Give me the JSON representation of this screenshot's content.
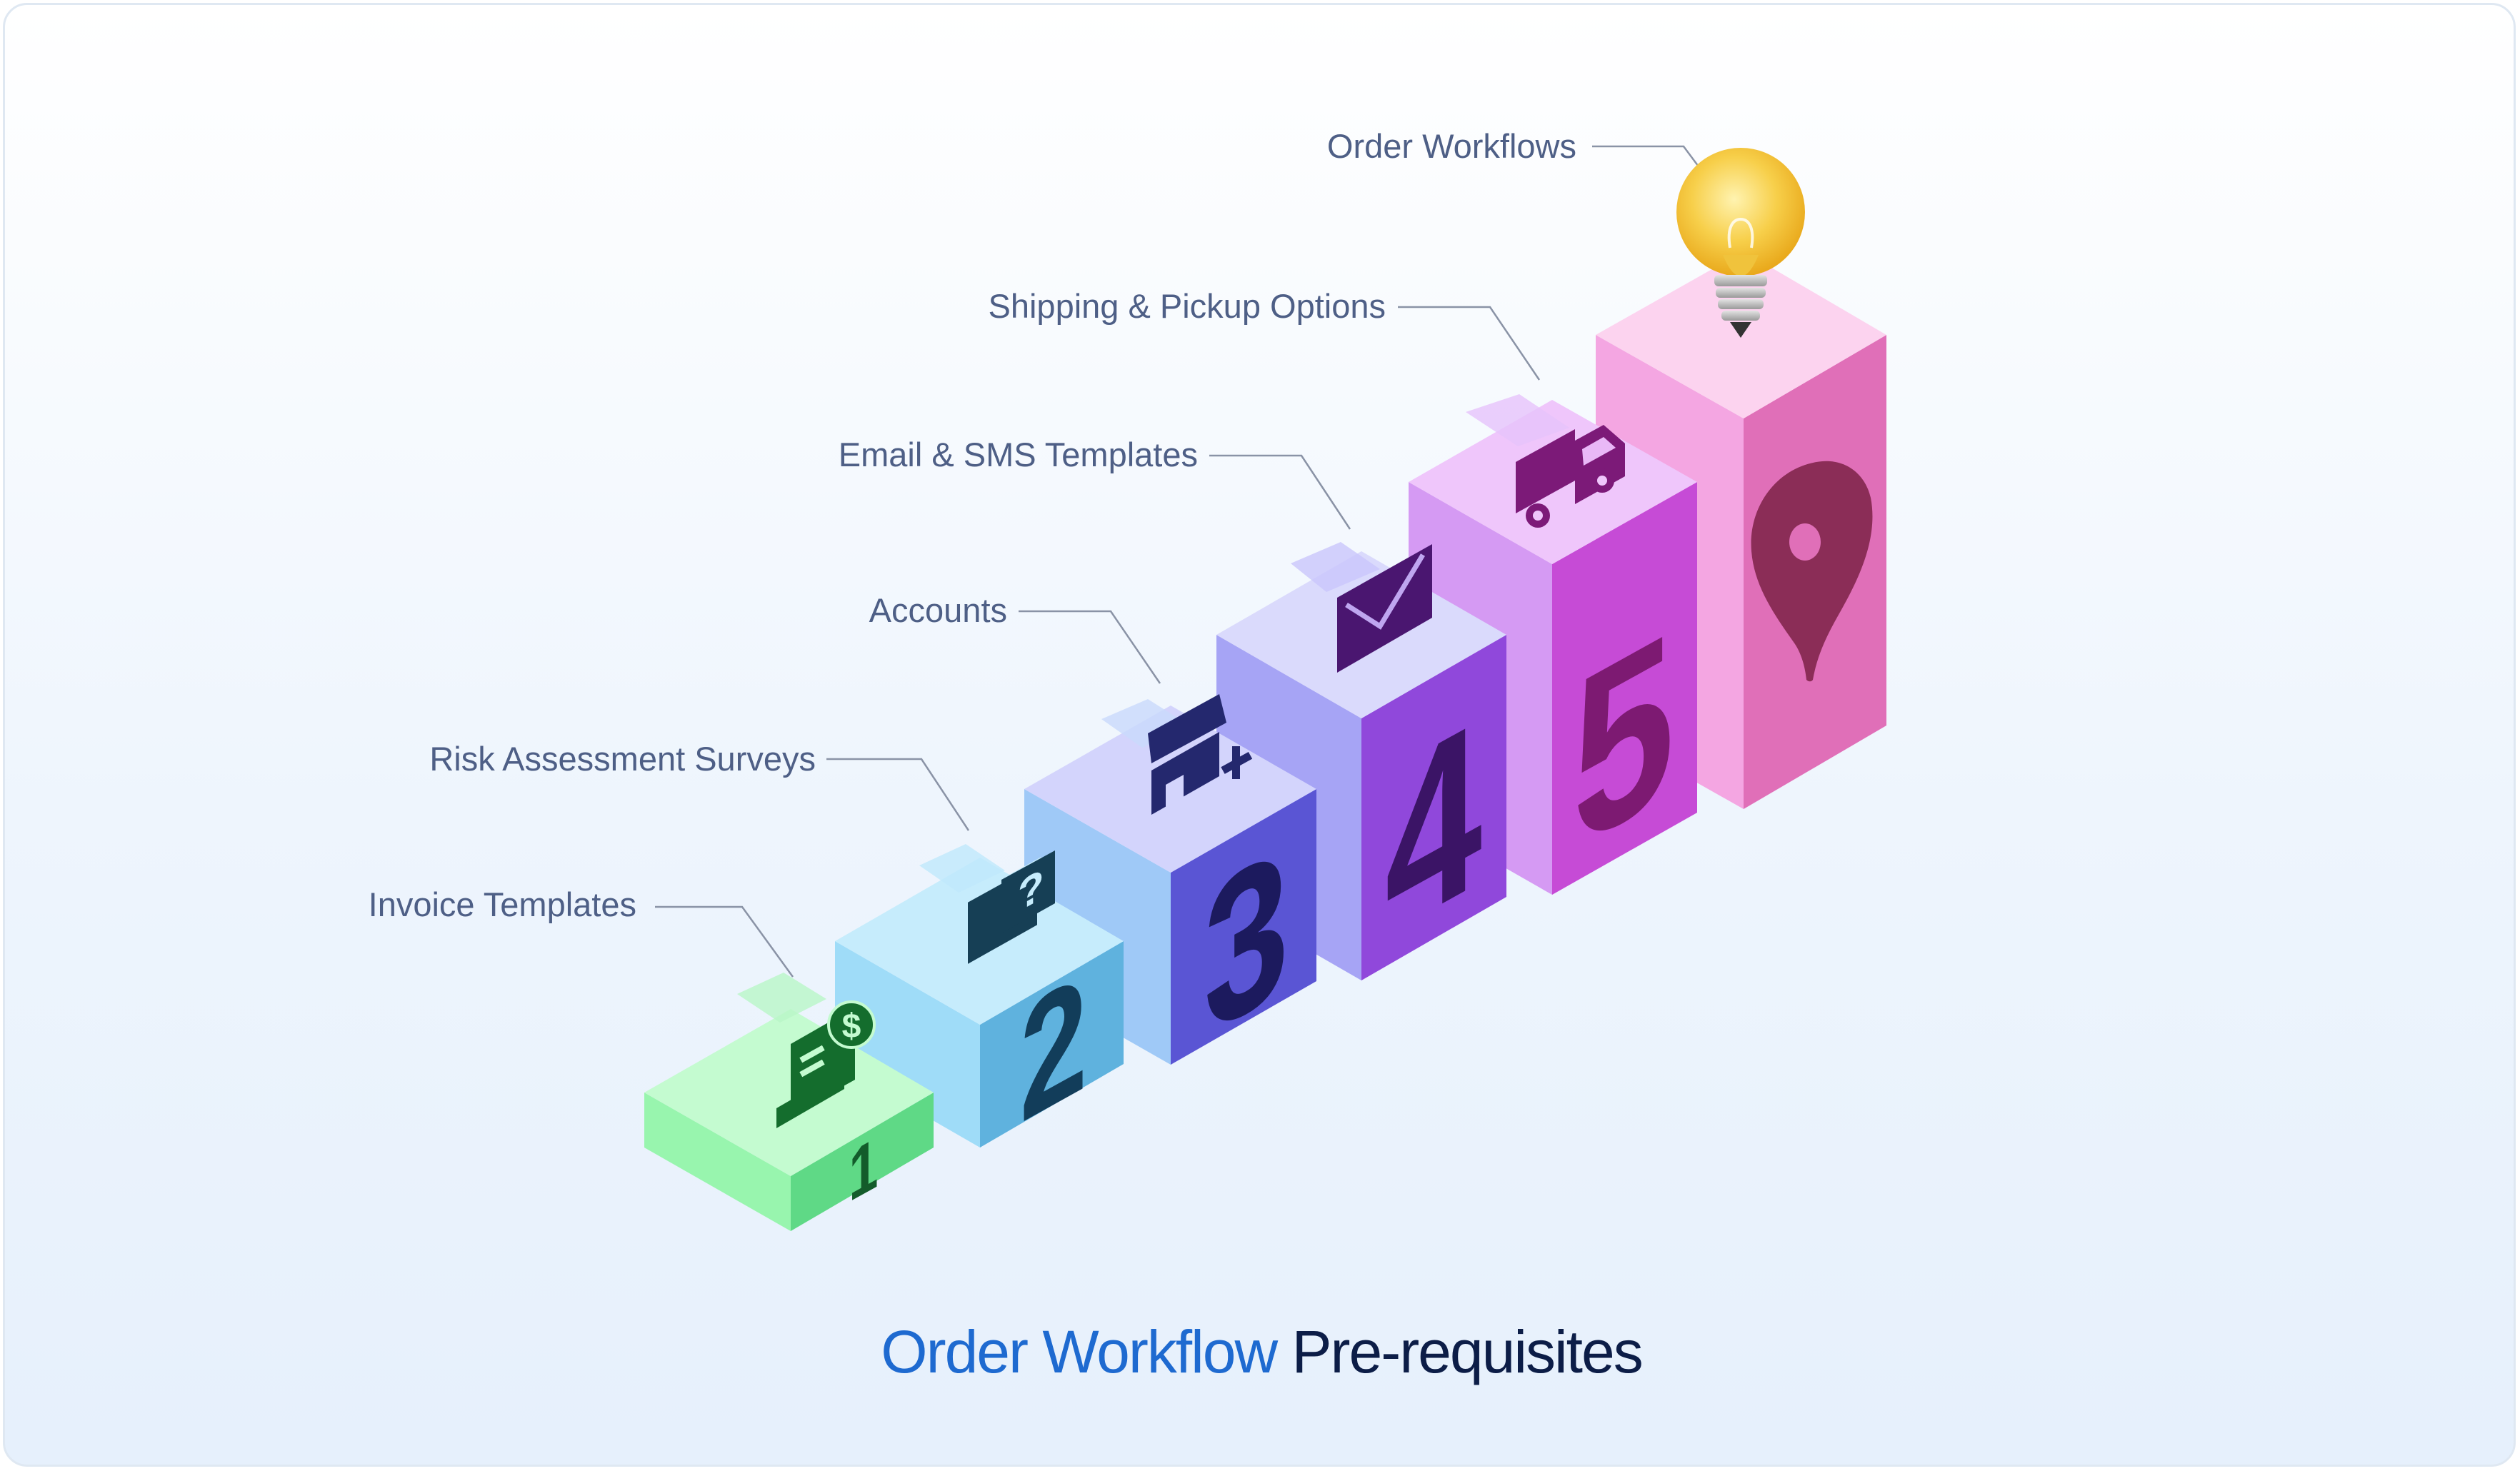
{
  "title": {
    "highlight": "Order Workflow",
    "rest": "Pre-requisites"
  },
  "steps": [
    {
      "label": "Invoice Templates",
      "number": "1",
      "icon": "invoice-dollar-icon"
    },
    {
      "label": "Risk Assessment Surveys",
      "number": "2",
      "icon": "question-document-icon"
    },
    {
      "label": "Accounts",
      "number": "3",
      "icon": "store-add-icon"
    },
    {
      "label": "Email & SMS Templates",
      "number": "4",
      "icon": "envelope-icon"
    },
    {
      "label": "Shipping & Pickup Options",
      "number": "5",
      "icon": "truck-icon"
    },
    {
      "label": "Order Workflows",
      "number": "",
      "icon": "map-pin-icon"
    }
  ],
  "goal_icon": "lightbulb-icon",
  "colors": {
    "title_accent": "#1e6ad0",
    "title_dark": "#0c1d47",
    "label_text": "#4e5f86",
    "leader_line": "#8a93a6"
  }
}
